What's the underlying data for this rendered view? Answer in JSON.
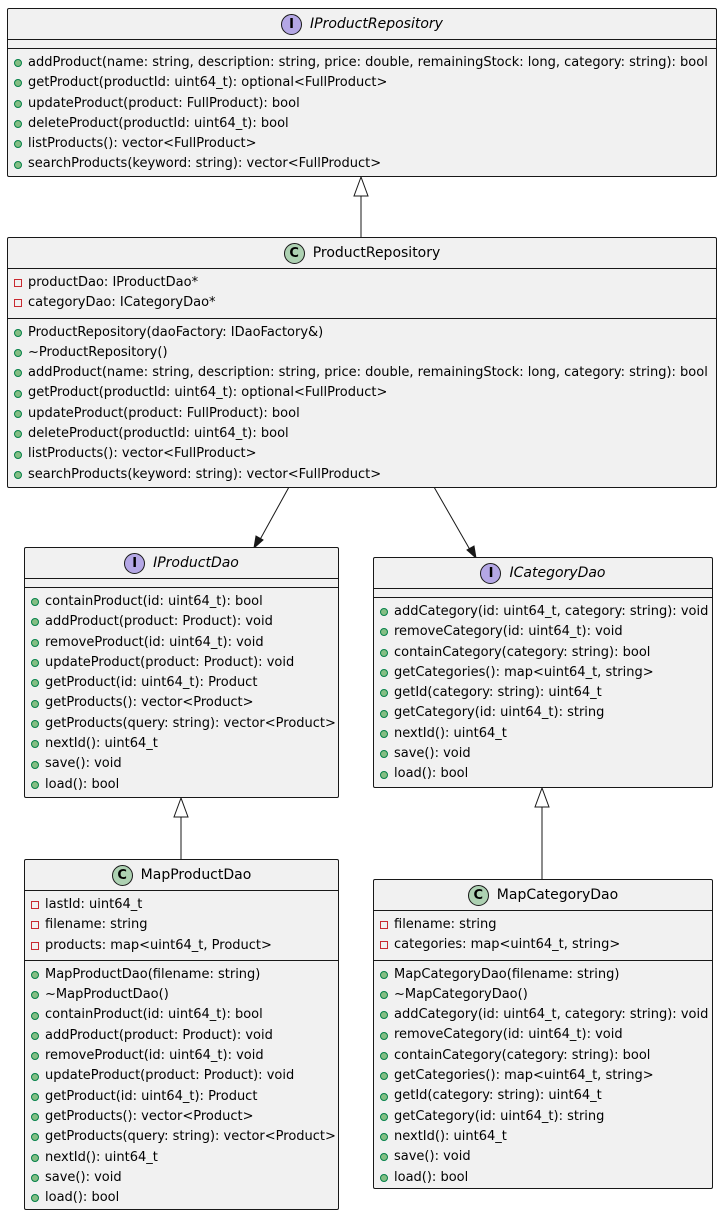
{
  "classes": {
    "iproductrepository": {
      "name": "IProductRepository",
      "stereotype": "I",
      "fields": [],
      "methods": [
        "addProduct(name: string, description: string, price: double, remainingStock: long, category: string): bool",
        "getProduct(productId: uint64_t): optional<FullProduct>",
        "updateProduct(product: FullProduct): bool",
        "deleteProduct(productId: uint64_t): bool",
        "listProducts(): vector<FullProduct>",
        "searchProducts(keyword: string): vector<FullProduct>"
      ]
    },
    "productrepository": {
      "name": "ProductRepository",
      "stereotype": "C",
      "fields": [
        "productDao: IProductDao*",
        "categoryDao: ICategoryDao*"
      ],
      "methods": [
        "ProductRepository(daoFactory: IDaoFactory&)",
        "~ProductRepository()",
        "addProduct(name: string, description: string, price: double, remainingStock: long, category: string): bool",
        "getProduct(productId: uint64_t): optional<FullProduct>",
        "updateProduct(product: FullProduct): bool",
        "deleteProduct(productId: uint64_t): bool",
        "listProducts(): vector<FullProduct>",
        "searchProducts(keyword: string): vector<FullProduct>"
      ]
    },
    "iproductdao": {
      "name": "IProductDao",
      "stereotype": "I",
      "fields": [],
      "methods": [
        "containProduct(id: uint64_t): bool",
        "addProduct(product: Product): void",
        "removeProduct(id: uint64_t): void",
        "updateProduct(product: Product): void",
        "getProduct(id: uint64_t): Product",
        "getProducts(): vector<Product>",
        "getProducts(query: string): vector<Product>",
        "nextId(): uint64_t",
        "save(): void",
        "load(): bool"
      ]
    },
    "icategorydao": {
      "name": "ICategoryDao",
      "stereotype": "I",
      "fields": [],
      "methods": [
        "addCategory(id: uint64_t, category: string): void",
        "removeCategory(id: uint64_t): void",
        "containCategory(category: string): bool",
        "getCategories(): map<uint64_t, string>",
        "getId(category: string): uint64_t",
        "getCategory(id: uint64_t): string",
        "nextId(): uint64_t",
        "save(): void",
        "load(): bool"
      ]
    },
    "mapproductdao": {
      "name": "MapProductDao",
      "stereotype": "C",
      "fields": [
        "lastId: uint64_t",
        "filename: string",
        "products: map<uint64_t, Product>"
      ],
      "methods": [
        "MapProductDao(filename: string)",
        "~MapProductDao()",
        "containProduct(id: uint64_t): bool",
        "addProduct(product: Product): void",
        "removeProduct(id: uint64_t): void",
        "updateProduct(product: Product): void",
        "getProduct(id: uint64_t): Product",
        "getProducts(): vector<Product>",
        "getProducts(query: string): vector<Product>",
        "nextId(): uint64_t",
        "save(): void",
        "load(): bool"
      ]
    },
    "mapcategorydao": {
      "name": "MapCategoryDao",
      "stereotype": "C",
      "fields": [
        "filename: string",
        "categories: map<uint64_t, string>"
      ],
      "methods": [
        "MapCategoryDao(filename: string)",
        "~MapCategoryDao()",
        "addCategory(id: uint64_t, category: string): void",
        "removeCategory(id: uint64_t): void",
        "containCategory(category: string): bool",
        "getCategories(): map<uint64_t, string>",
        "getId(category: string): uint64_t",
        "getCategory(id: uint64_t): string",
        "nextId(): uint64_t",
        "save(): void",
        "load(): bool"
      ]
    }
  },
  "relations": [
    {
      "from": "productrepository",
      "to": "iproductrepository",
      "kind": "realization"
    },
    {
      "from": "productrepository",
      "to": "iproductdao",
      "kind": "association"
    },
    {
      "from": "productrepository",
      "to": "icategorydao",
      "kind": "association"
    },
    {
      "from": "mapproductdao",
      "to": "iproductdao",
      "kind": "realization"
    },
    {
      "from": "mapcategorydao",
      "to": "icategorydao",
      "kind": "realization"
    }
  ],
  "colors": {
    "box_fill": "#f1f1f1",
    "border": "#181818",
    "interface_badge": "#b4a7e5",
    "class_badge": "#add1b2",
    "public_dot": "#84be84",
    "private_square": "#c82930"
  }
}
